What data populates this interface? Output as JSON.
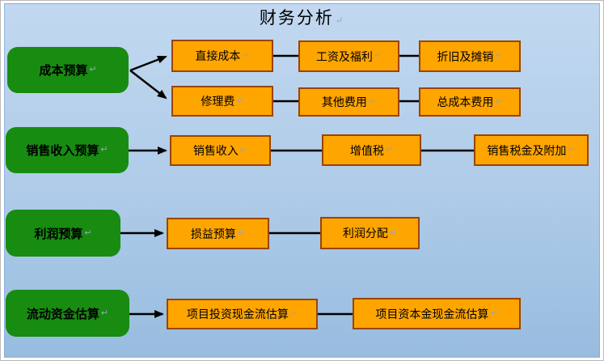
{
  "title": "财务分析",
  "formatting_mark": "↵",
  "colors": {
    "background_top": "#c2d8f0",
    "background_bottom": "#98bcdf",
    "green_box_fill": "#178c11",
    "orange_box_fill": "#ffa500",
    "orange_box_border": "#9c4303",
    "connector": "#000000",
    "text": "#000000",
    "formatting_mark": "#97a8bd"
  },
  "rows": [
    {
      "source": "成本预算",
      "branch_top": [
        "直接成本",
        "工资及福利",
        "折旧及摊销"
      ],
      "branch_bottom": [
        "修理费",
        "其他费用",
        "总成本费用"
      ]
    },
    {
      "source": "销售收入预算",
      "chain": [
        "销售收入",
        "增值税",
        "销售税金及附加"
      ]
    },
    {
      "source": "利润预算",
      "chain": [
        "损益预算",
        "利润分配"
      ]
    },
    {
      "source": "流动资金估算",
      "chain": [
        "项目投资现金流估算",
        "项目资本金现金流估算"
      ]
    }
  ]
}
